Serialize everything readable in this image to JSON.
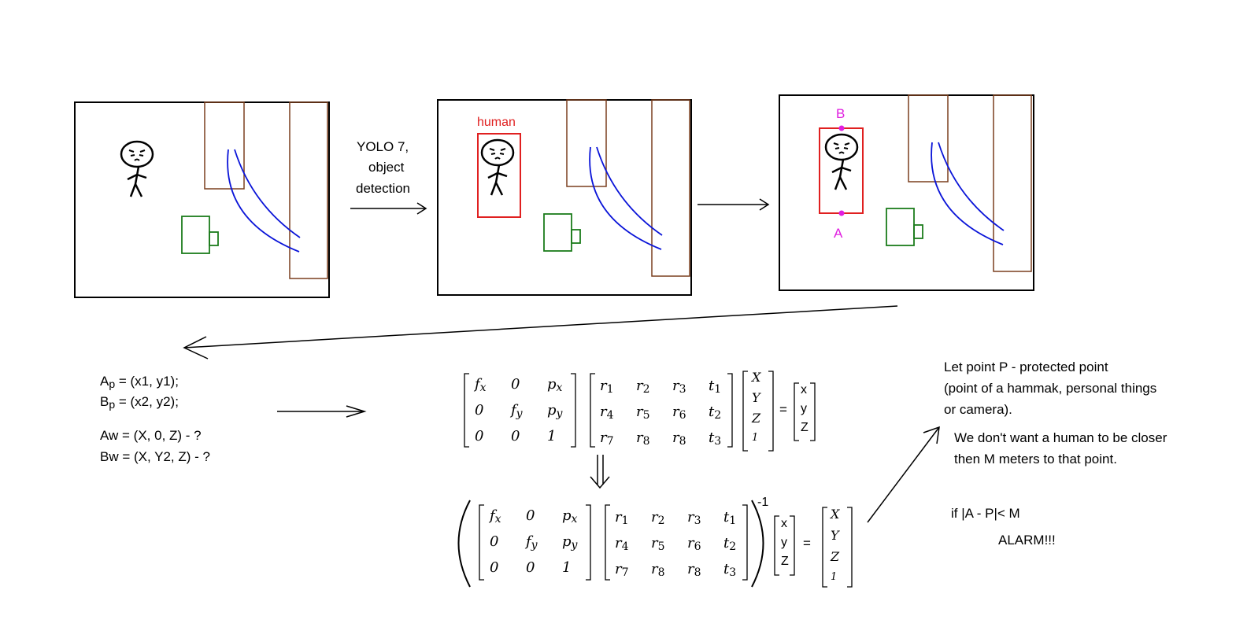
{
  "arrow_label": [
    "YOLO 7,",
    "object",
    "detection"
  ],
  "detection_label": "human",
  "point_top": "B",
  "point_bottom": "A",
  "pixel_points": {
    "a_prefix": "A",
    "a_sub": "p",
    "a_value": " = (x1, y1);",
    "b_prefix": "B",
    "b_sub": "p",
    "b_value": " = (x2, y2);"
  },
  "world_points": {
    "aw": "Aw = (X, 0, Z) - ?",
    "bw": "Bw = (X, Y2, Z) - ?"
  },
  "intrinsic_matrix": [
    [
      "f_x",
      "0",
      "p_x"
    ],
    [
      "0",
      "f_y",
      "p_y"
    ],
    [
      "0",
      "0",
      "1"
    ]
  ],
  "extrinsic_matrix": [
    [
      "r_1",
      "r_2",
      "r_3",
      "t_1"
    ],
    [
      "r_4",
      "r_5",
      "r_6",
      "t_2"
    ],
    [
      "r_7",
      "r_8",
      "r_8",
      "t_3"
    ]
  ],
  "world_vector": [
    "X",
    "Y",
    "Z",
    "1"
  ],
  "image_vector": [
    "x",
    "y",
    "Z"
  ],
  "equals": "=",
  "inverse_exponent": "-1",
  "implies": "⇓",
  "protected_point": {
    "line1": "Let point P - protected point",
    "line2": "(point of a hammak, personal things",
    "line3": "or  camera).",
    "line4": "We don't want a human to be closer",
    "line5": "then M meters to that point."
  },
  "condition": "if |A - P|< M",
  "alarm": "ALARM!!!",
  "colors": {
    "frame": "#000000",
    "furniture": "#7a3f1e",
    "door_arc": "#0a14d8",
    "camera": "#1c7c1c",
    "detection_box": "#e02020",
    "keypoint": "#e01ee0"
  }
}
